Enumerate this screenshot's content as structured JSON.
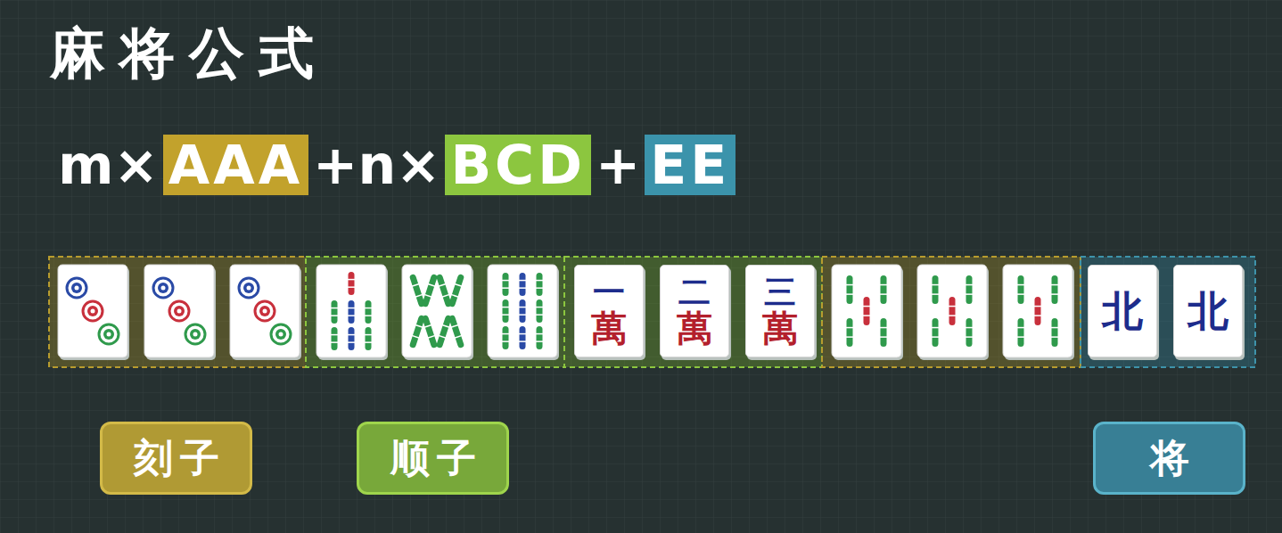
{
  "diagram": {
    "title": "麻将公式",
    "nodes": [
      {
        "text": [
          "AAA"
        ]
      },
      {
        "text": [
          "BCD"
        ]
      },
      {
        "text": [
          "EE"
        ]
      },
      {
        "text": [
          "一",
          "萬"
        ]
      },
      {
        "text": [
          "二",
          "萬"
        ]
      },
      {
        "text": [
          "三",
          "萬"
        ]
      },
      {
        "text": [
          "北"
        ]
      },
      {
        "text": [
          "北"
        ]
      },
      {
        "text": [
          "刻子"
        ]
      },
      {
        "text": [
          "顺子"
        ]
      },
      {
        "text": [
          "将"
        ]
      }
    ],
    "labels": [
      "m×",
      "+n×",
      "+"
    ]
  }
}
